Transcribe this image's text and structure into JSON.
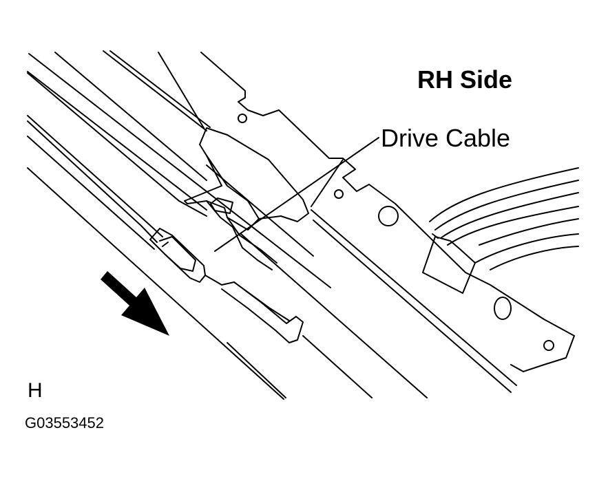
{
  "labels": {
    "title": "RH Side",
    "callout": "Drive Cable",
    "view_letter": "H",
    "figure_id": "G03553452"
  },
  "colors": {
    "ink": "#000000",
    "paper": "#ffffff"
  },
  "icons": {
    "direction_arrow": "arrow-down-right-icon"
  }
}
